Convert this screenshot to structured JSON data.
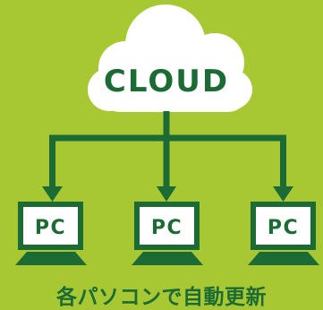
{
  "diagram": {
    "cloud_label": "CLOUD",
    "pcs": [
      {
        "label": "PC"
      },
      {
        "label": "PC"
      },
      {
        "label": "PC"
      }
    ],
    "caption": "各パソコンで自動更新"
  },
  "colors": {
    "background": "#a7c733",
    "primary": "#1c6b35",
    "cloud_fill": "#ffffff",
    "screen_fill": "#ffffff"
  }
}
